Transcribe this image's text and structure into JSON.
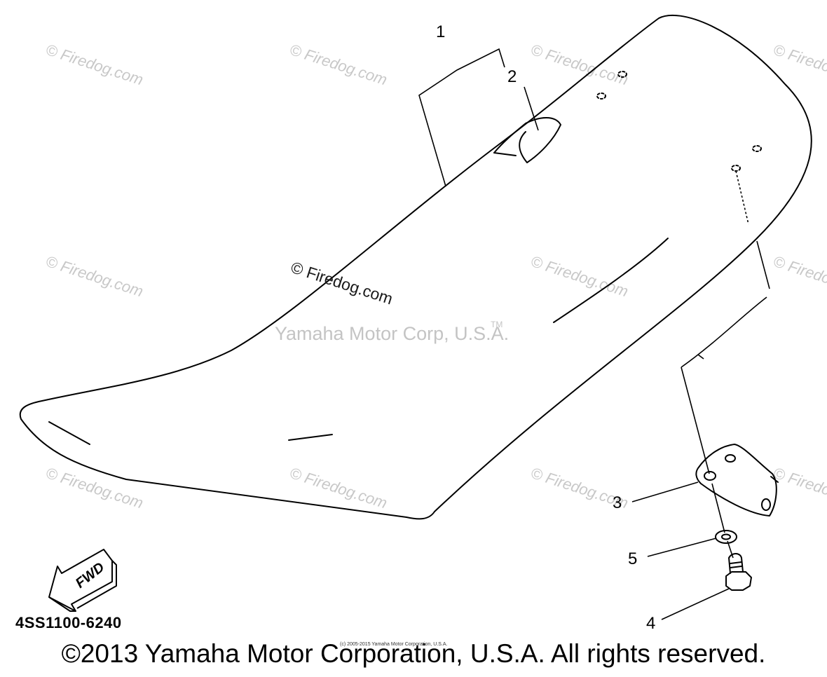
{
  "watermarks": {
    "firedog": "© Firedog.com",
    "corp": "Yamaha Motor Corp, U.S.A.",
    "tm": "TM"
  },
  "callouts": {
    "c1": "1",
    "c2": "2",
    "c3": "3",
    "c4": "4",
    "c5": "5"
  },
  "fwd_label": "FWD",
  "part_number": "4SS1100-6240",
  "tiny_notice": "(c) 2005-2015 Yamaha Motor Corporation, U.S.A.",
  "copyright": "©2013 Yamaha Motor Corporation, U.S.A. All rights reserved."
}
